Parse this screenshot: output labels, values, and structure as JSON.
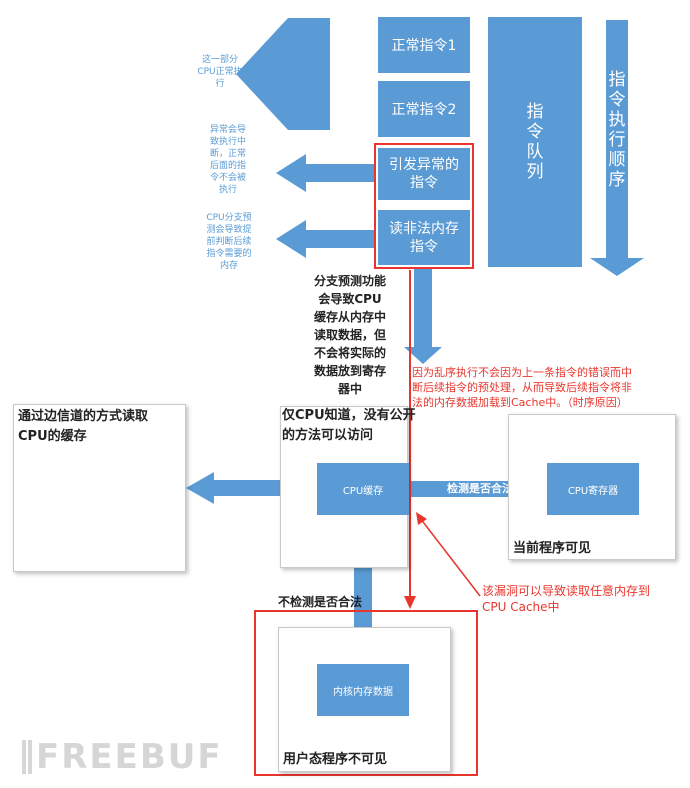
{
  "instructions": {
    "normal1": "正常指令1",
    "normal2": "正常指令2",
    "exception": "引发异常的\n指令",
    "illegal_read": "读非法内存\n指令"
  },
  "queue_label": "指\n令\n队\n列",
  "order_label": "指\n令\n执\n行\n顺\n序",
  "notes_left": {
    "cpu_normal": "这一部分\nCPU正常执\n行",
    "exception_note": "异常会导\n致执行中\n断，正常\n后面的指\n令不会被\n执行",
    "branch_note": "CPU分支预\n测会导致提\n前判断后续\n指令需要的\n内存"
  },
  "branch_prediction": "分支预测功能\n会导致CPU\n缓存从内存中\n读取数据，但\n不会将实际的\n数据放到寄存\n器中",
  "red_note_top": "因为乱序执行不会因为上一条指令的错误而中\n断后续指令的预处理，从而导致后续指令将非\n法的内存数据加载到Cache中。（时序原因）",
  "red_note_bottom": "该漏洞可以导致读取任意内存到\nCPU Cache中",
  "side_channel_panel": "通过边信道的方式读取\nCPU的缓存",
  "cpu_only_panel": "仅CPU知道，没有公开\n的方法可以访问",
  "cpu_cache": "CPU缓存",
  "cpu_register": "CPU寄存器",
  "check_legal": "检测是否合法",
  "visible_current": "当前程序可见",
  "no_check": "不检测是否合法",
  "kernel_data": "内核内存数据",
  "user_invisible": "用户态程序不可见",
  "watermark": "FREEBUF",
  "colors": {
    "blue": "#5b9bd5",
    "red": "#e8362e",
    "text": "#222222"
  }
}
